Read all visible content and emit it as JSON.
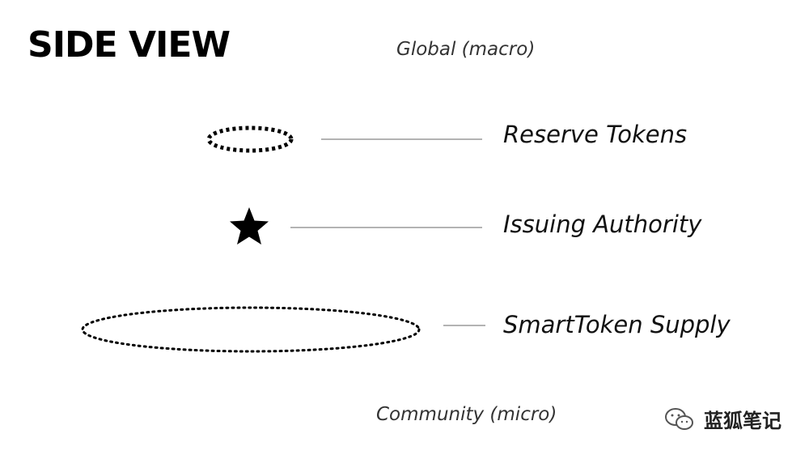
{
  "title": "SIDE VIEW",
  "top_level_label": "Global (macro)",
  "bottom_level_label": "Community (micro)",
  "items": [
    {
      "label": "Reserve Tokens",
      "symbol": "dotted-small-ellipse-icon"
    },
    {
      "label": "Issuing Authority",
      "symbol": "star-icon"
    },
    {
      "label": "SmartToken Supply",
      "symbol": "dotted-large-ellipse-icon"
    }
  ],
  "watermark": {
    "text": "蓝狐笔记",
    "icon": "wechat-icon"
  },
  "colors": {
    "connector": "#b3b3b3",
    "symbol": "#000000",
    "text": "#111111"
  }
}
